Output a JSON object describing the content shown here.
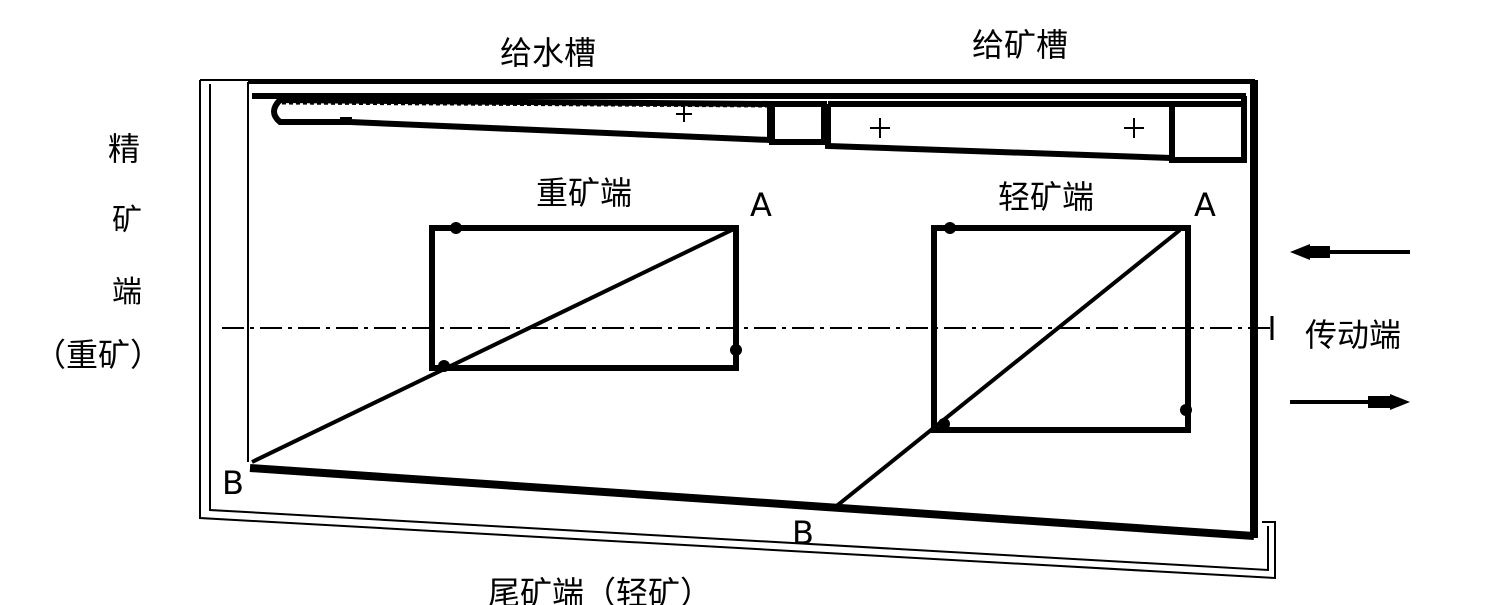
{
  "labels": {
    "water_trough": "给水槽",
    "ore_trough": "给矿槽",
    "concentrate_end_chars": [
      "精",
      "矿",
      "端"
    ],
    "concentrate_end_note": "（重矿）",
    "heavy_end": "重矿端",
    "light_end": "轻矿端",
    "drive_end": "传动端",
    "tail_end": "尾矿端（轻矿）",
    "point_a_heavy": "A",
    "point_a_light": "A",
    "point_b_left": "B",
    "point_b_bottom": "B"
  }
}
